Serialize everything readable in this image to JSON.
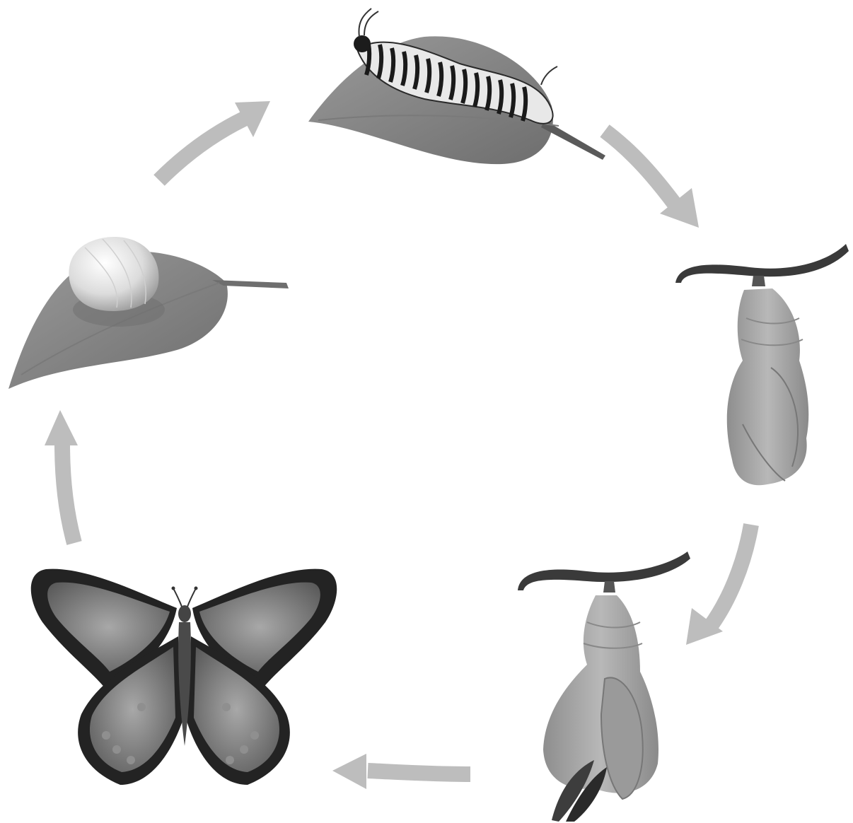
{
  "diagram": {
    "kind": "life-cycle",
    "stages": [
      {
        "id": "egg",
        "icon": "egg-on-leaf-icon"
      },
      {
        "id": "caterpillar",
        "icon": "caterpillar-on-leaf-icon"
      },
      {
        "id": "chrysalis",
        "icon": "chrysalis-icon"
      },
      {
        "id": "emerging",
        "icon": "emerging-butterfly-icon"
      },
      {
        "id": "butterfly",
        "icon": "butterfly-icon"
      }
    ],
    "arrows": [
      {
        "from": "egg",
        "to": "caterpillar"
      },
      {
        "from": "caterpillar",
        "to": "chrysalis"
      },
      {
        "from": "chrysalis",
        "to": "emerging"
      },
      {
        "from": "emerging",
        "to": "butterfly"
      },
      {
        "from": "butterfly",
        "to": "egg"
      }
    ],
    "colors": {
      "arrow": "#bdbdbd",
      "leaf": "#8a8a8a",
      "pupa": "#a6a6a6",
      "wing_outline": "#232323",
      "wing_fill": "#7a7a7a",
      "stem": "#3a3a3a"
    }
  }
}
